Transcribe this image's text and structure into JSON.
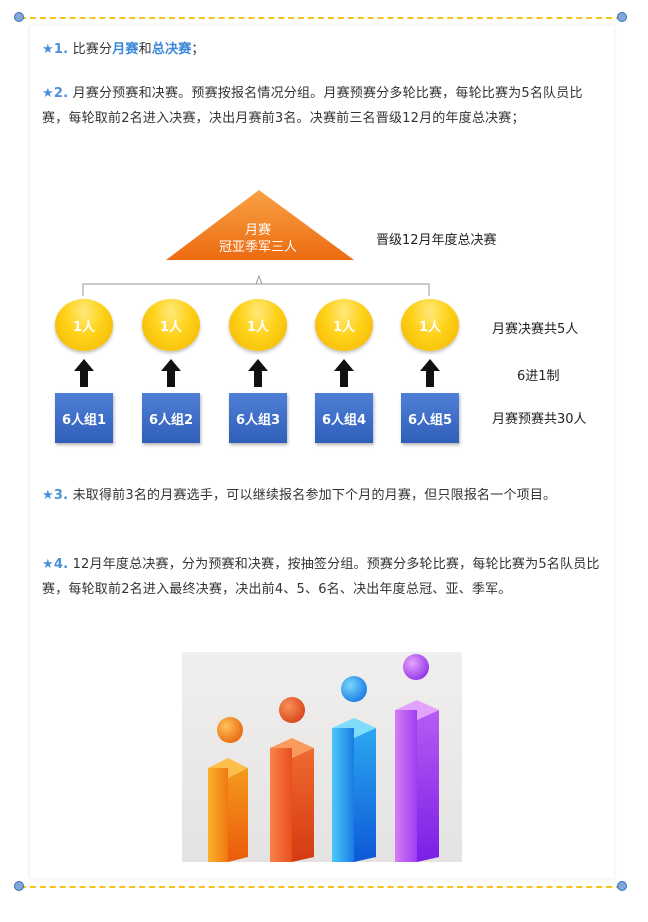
{
  "rules": [
    {
      "num": "★1.",
      "text_parts": [
        {
          "t": " 比赛分",
          "kw": false
        },
        {
          "t": "月赛",
          "kw": true
        },
        {
          "t": "和",
          "kw": false
        },
        {
          "t": "总决赛",
          "kw": true
        },
        {
          "t": "；",
          "kw": false
        }
      ]
    },
    {
      "num": "★2.",
      "text": " 月赛分预赛和决赛。预赛按报名情况分组。月赛预赛分多轮比赛，每轮比赛为5名队员比赛，每轮取前2名进入决赛，决出月赛前3名。决赛前三名晋级12月的年度总决赛；"
    },
    {
      "num": "★3.",
      "text": " 未取得前3名的月赛选手，可以继续报名参加下个月的月赛，但只限报名一个项目。"
    },
    {
      "num": "★4.",
      "text": " 12月年度总决赛，分为预赛和决赛，按抽签分组。预赛分多轮比赛，每轮比赛为5名队员比赛，每轮取前2名进入最终决赛，决出前4、5、6名、决出年度总冠、亚、季军。"
    }
  ],
  "diagram": {
    "triangle_line1": "月赛",
    "triangle_line2": "冠亚季军三人",
    "triangle_side_label": "晋级12月年度总决赛",
    "coins": [
      "1人",
      "1人",
      "1人",
      "1人",
      "1人"
    ],
    "coins_side_label": "月赛决赛共5人",
    "arrows_side_label": "6进1制",
    "groups": [
      "6人组1",
      "6人组2",
      "6人组3",
      "6人组4",
      "6人组5"
    ],
    "groups_side_label": "月赛预赛共30人",
    "colors": {
      "triangle": "#f07b1e",
      "coin": "#ffd21a",
      "box": "#3b6cc7",
      "arrow": "#111111"
    }
  },
  "illustration": {
    "icon": "3d-bar-graph-with-balls-icon",
    "colors": [
      "#f5821f",
      "#ef5a23",
      "#1e9be9",
      "#a03df0"
    ]
  },
  "frame": {
    "dash_color": "#f7c41b",
    "dot_color": "#7fa7dc"
  }
}
